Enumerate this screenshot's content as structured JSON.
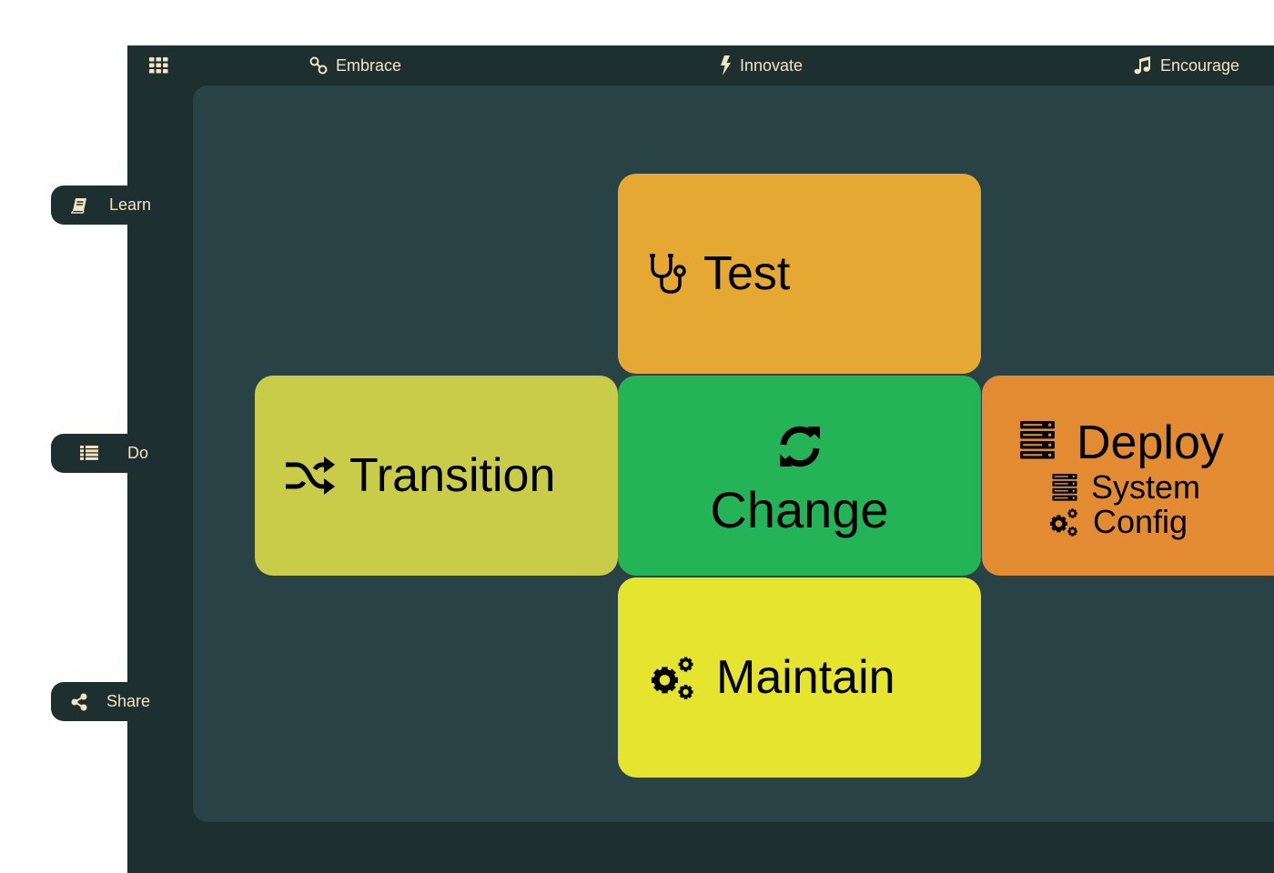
{
  "topnav": {
    "items": [
      {
        "label": "Embrace",
        "icon": "link-icon"
      },
      {
        "label": "Innovate",
        "icon": "bolt-icon"
      },
      {
        "label": "Encourage",
        "icon": "music-note-icon"
      }
    ],
    "menu_icon": "grid-icon"
  },
  "sidebar": {
    "items": [
      {
        "label": "Learn",
        "icon": "book-icon"
      },
      {
        "label": "Do",
        "icon": "list-icon"
      },
      {
        "label": "Share",
        "icon": "share-icon"
      }
    ]
  },
  "tiles": {
    "test": {
      "label": "Test",
      "icon": "stethoscope-icon",
      "color": "#e5a833"
    },
    "transition": {
      "label": "Transition",
      "icon": "shuffle-icon",
      "color": "#c9cc48"
    },
    "change": {
      "label": "Change",
      "icon": "refresh-icon",
      "color": "#25b358"
    },
    "deploy": {
      "label": "Deploy",
      "icon": "server-icon",
      "color": "#e38b32",
      "subitems": [
        {
          "label": "System",
          "icon": "server-icon"
        },
        {
          "label": "Config",
          "icon": "gears-icon"
        }
      ]
    },
    "maintain": {
      "label": "Maintain",
      "icon": "gears-icon",
      "color": "#e5e52f"
    }
  },
  "colors": {
    "frame": "#1e2f2f",
    "panel": "#284245",
    "nav_text": "#f3e4c2"
  }
}
